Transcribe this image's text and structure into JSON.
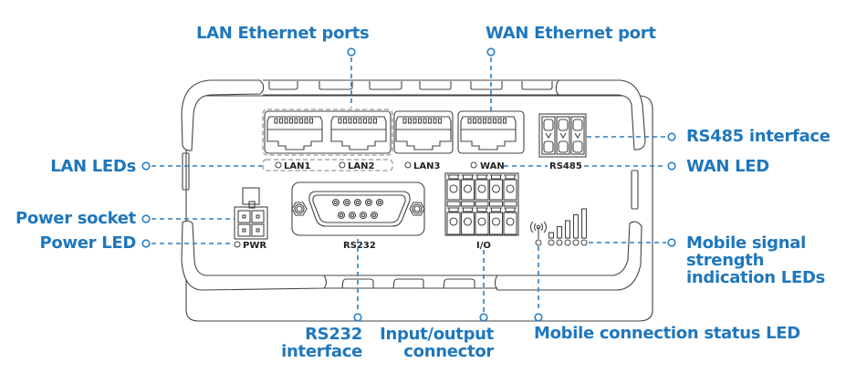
{
  "colors": {
    "accent": "#1f77bd",
    "outline": "#444444",
    "dashed_group": "#aaaaaa"
  },
  "callouts": {
    "lan_ethernet_ports": "LAN Ethernet ports",
    "wan_ethernet_port": "WAN Ethernet port",
    "rs485_interface": "RS485 interface",
    "wan_led": "WAN LED",
    "lan_leds": "LAN LEDs",
    "power_socket": "Power socket",
    "power_led": "Power LED",
    "mobile_signal_line1": "Mobile signal",
    "mobile_signal_line2": "strength",
    "mobile_signal_line3": "indication LEDs",
    "rs232_line1": "RS232",
    "rs232_line2": "interface",
    "io_line1": "Input/output",
    "io_line2": "connector",
    "mobile_status_led": "Mobile connection status LED"
  },
  "device_labels": {
    "lan1": "LAN1",
    "lan2": "LAN2",
    "lan3": "LAN3",
    "wan": "WAN",
    "rs485": "RS485",
    "pwr": "PWR",
    "rs232": "RS232",
    "io": "I/O"
  },
  "signal_strength_leds": 5,
  "icons": {
    "antenna": "antenna-icon"
  }
}
